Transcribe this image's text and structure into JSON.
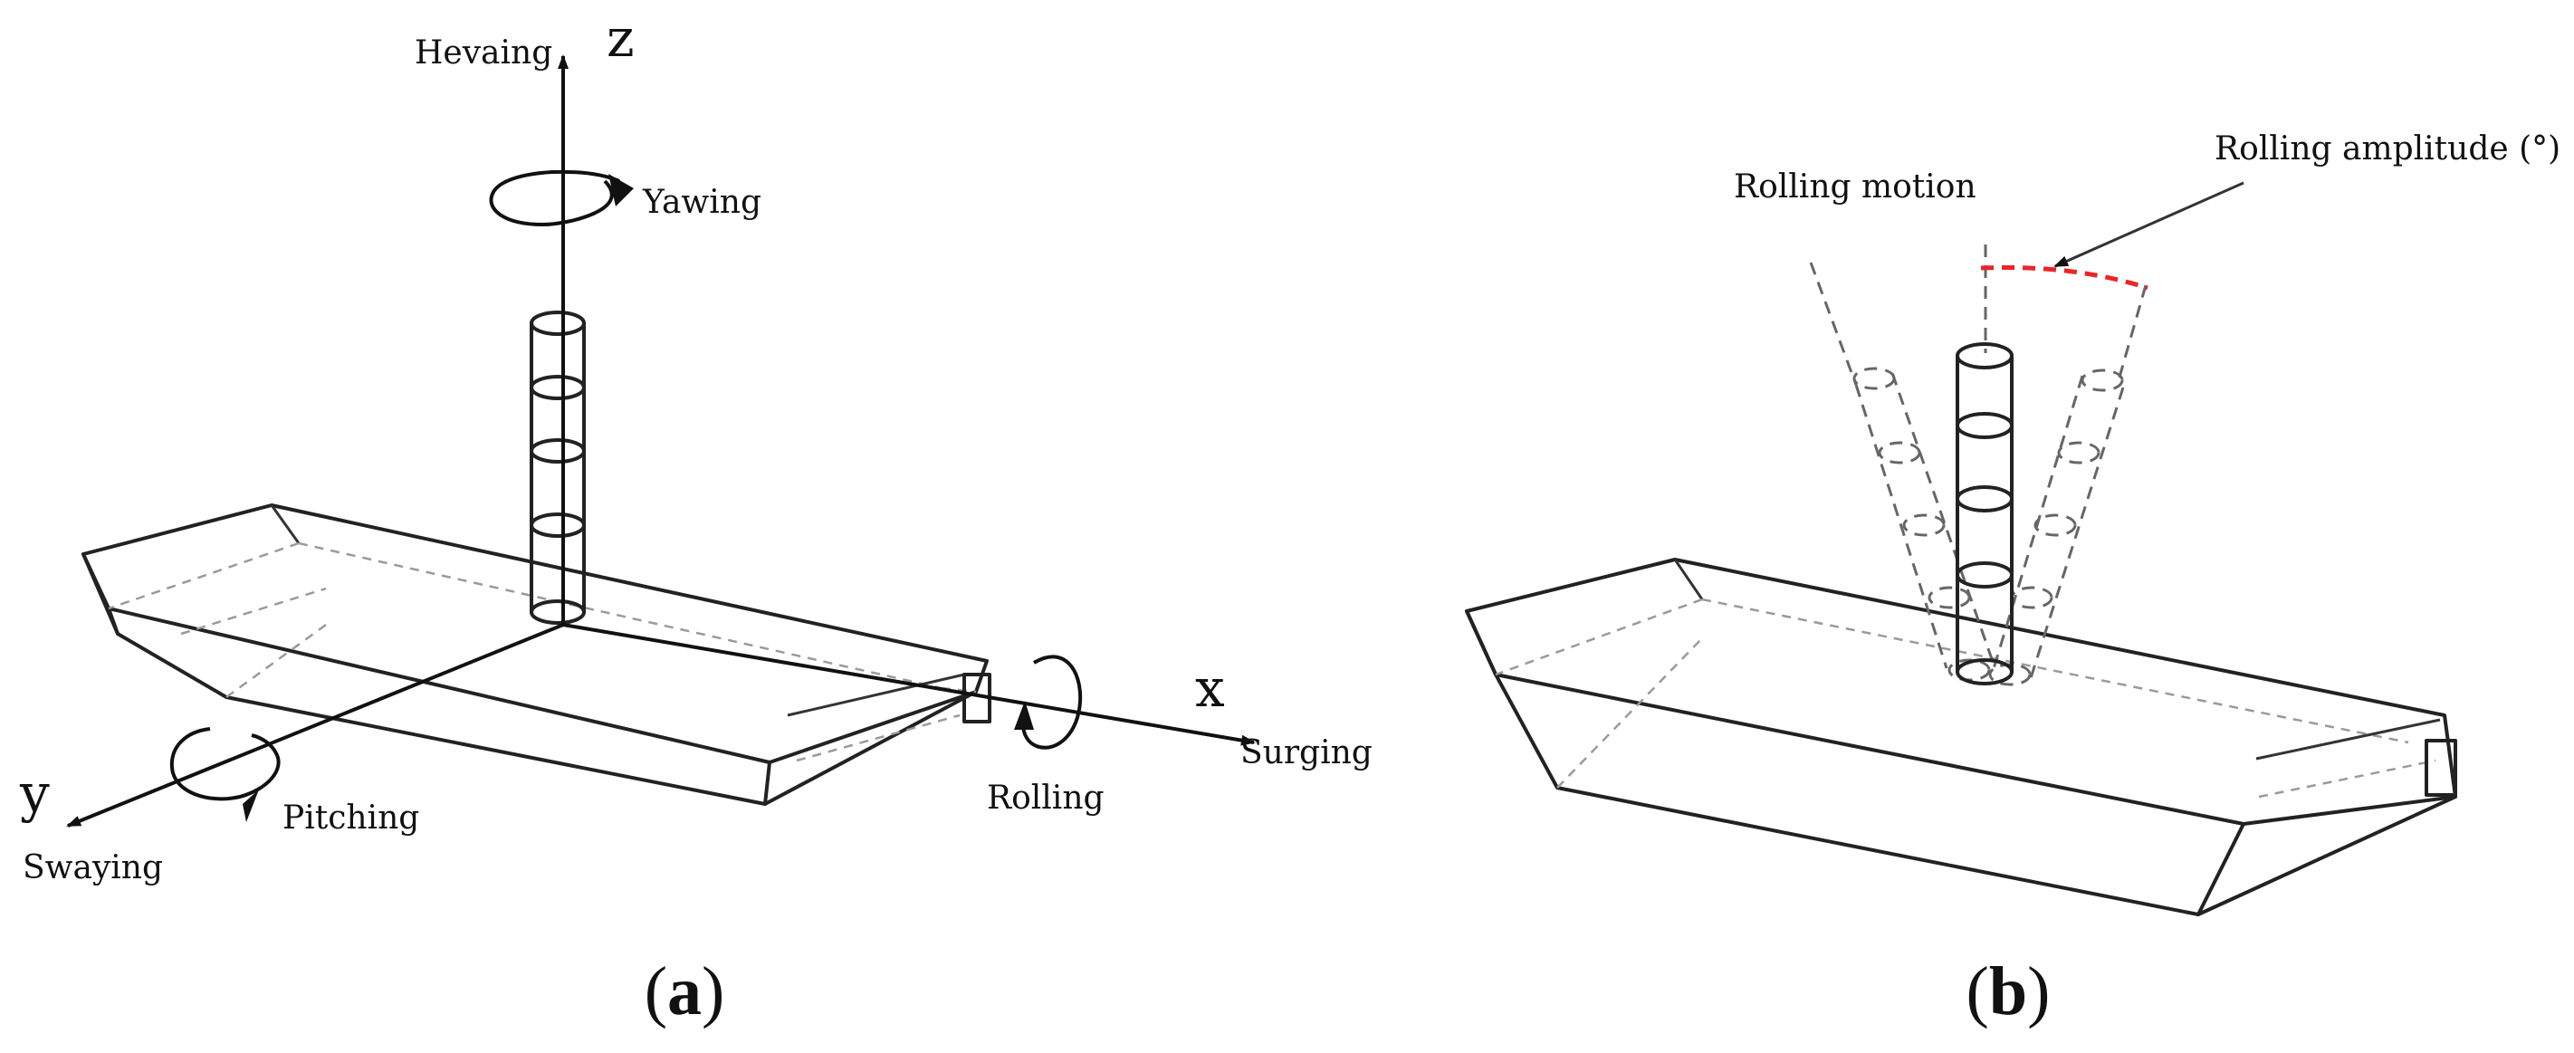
{
  "panel_a": {
    "axis_z": "z",
    "axis_x": "x",
    "axis_y": "y",
    "heave_label": "Hevaing",
    "yaw_label": "Yawing",
    "surge_label": "Surging",
    "roll_label": "Rolling",
    "pitch_label": "Pitching",
    "sway_label": "Swaying",
    "caption_open": "(",
    "caption_letter": "a",
    "caption_close": ")"
  },
  "panel_b": {
    "motion_label": "Rolling motion",
    "amplitude_label": "Rolling amplitude (°)",
    "caption_open": "(",
    "caption_letter": "b",
    "caption_close": ")"
  },
  "colors": {
    "amplitude_arc": "#e8262a",
    "line": "#222222"
  }
}
